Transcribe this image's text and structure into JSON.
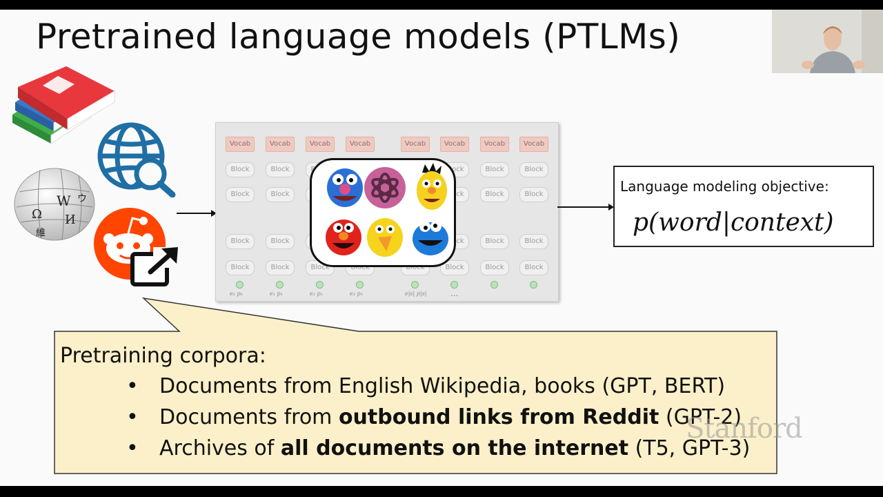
{
  "slide": {
    "title": "Pretrained language models (PTLMs)"
  },
  "icons": {
    "books": "books-icon",
    "globe": "globe-search-icon",
    "wikipedia": "wikipedia-logo-icon",
    "reddit": "reddit-logo-icon",
    "external_link": "external-link-icon"
  },
  "diagram": {
    "vocab_label": "Vocab",
    "block_label": "Block",
    "embeddings": [
      "e₀ p₀",
      "e₁ p₁",
      "e₂ p₂",
      "e₃ p₃",
      "e|s| p|s|"
    ],
    "ellipsis": "...",
    "model_icons": [
      "grover-icon",
      "openai-logo-icon",
      "bert-icon",
      "elmo-icon",
      "big-bird-icon",
      "cookie-monster-icon"
    ]
  },
  "objective": {
    "label": "Language modeling objective:",
    "formula": "p(word|context)"
  },
  "corpora": {
    "heading": "Pretraining corpora:",
    "bullets": [
      {
        "pre": "Documents from English Wikipedia, books (GPT, BERT)",
        "bold": "",
        "post": ""
      },
      {
        "pre": "Documents from ",
        "bold": "outbound links from Reddit",
        "post": " (GPT-2)"
      },
      {
        "pre": "Archives of ",
        "bold": "all documents on the internet",
        "post": " (T5, GPT-3)"
      }
    ],
    "bullet_char": "•"
  },
  "watermark": "Stanford",
  "colors": {
    "callout_fill": "#fbf0c9",
    "reddit": "#ff4500",
    "globe": "#1f6fa5",
    "vocab": "#f2c9c0"
  }
}
